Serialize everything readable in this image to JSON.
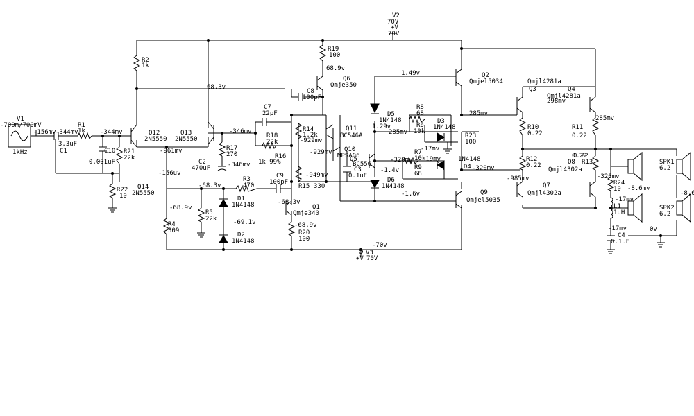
{
  "sources": {
    "v1": {
      "name": "V1",
      "spec": "-700m/700mV",
      "freq": "1kHz"
    },
    "v2": {
      "name": "V2",
      "value": "70V",
      "pol": "+V",
      "value2": "70V"
    },
    "v3": {
      "name": "V3",
      "pol": "+V",
      "value": "70V"
    }
  },
  "components": {
    "r1": {
      "name": "R1",
      "value": "1k"
    },
    "c1": {
      "name": "C1",
      "value": "3.3uF"
    },
    "c10": {
      "name": "C10",
      "value": "0.001uF"
    },
    "r21": {
      "name": "R21",
      "value": "22k"
    },
    "r22": {
      "name": "R22",
      "value": "10"
    },
    "r2": {
      "name": "R2",
      "value": "1k"
    },
    "q12": {
      "name": "Q12",
      "model": "2N5550"
    },
    "q13": {
      "name": "Q13",
      "model": "2N5550"
    },
    "q14": {
      "name": "Q14",
      "model": "2N5550"
    },
    "r17": {
      "name": "R17",
      "value": "270"
    },
    "c2": {
      "name": "C2",
      "value": "470uF"
    },
    "c7": {
      "name": "C7",
      "value": "22pF"
    },
    "r18": {
      "name": "R18",
      "value": "22k"
    },
    "r16": {
      "name": "R16",
      "value": "1k 99%"
    },
    "r14": {
      "name": "R14",
      "value": "1.2k"
    },
    "r15": {
      "name": "R15",
      "value": "330"
    },
    "r19": {
      "name": "R19",
      "value": "100"
    },
    "c8": {
      "name": "C8",
      "value": "100pF"
    },
    "q6": {
      "name": "Q6",
      "model": "Qmje350"
    },
    "q11": {
      "name": "Q11",
      "model": "BC546A"
    },
    "q10": {
      "name": "Q10",
      "model": "MPSA06"
    },
    "q5": {
      "name": "Q5",
      "model": "BC556"
    },
    "c3": {
      "name": "C3",
      "value": "0.1uF"
    },
    "d5": {
      "name": "D5",
      "model": "1N4148"
    },
    "d6": {
      "name": "D6",
      "model": "1N4148"
    },
    "r8": {
      "name": "R8",
      "value": "68"
    },
    "r6": {
      "name": "R6",
      "value": "10k"
    },
    "r7": {
      "name": "R7",
      "value": "10k"
    },
    "r9": {
      "name": "R9",
      "value": "68"
    },
    "d3": {
      "name": "D3",
      "model": "1N4148"
    },
    "d4": {
      "name": "D4",
      "model": "1N4148"
    },
    "r23": {
      "name": "R23",
      "value": "100"
    },
    "q2": {
      "name": "Q2",
      "model": "Qmjel5034"
    },
    "q9": {
      "name": "Q9",
      "model": "Qmjel5035"
    },
    "q3": {
      "name": "Q3",
      "model": "Qmjl4281a"
    },
    "q4": {
      "name": "Q4",
      "model": "Qmjl4281a"
    },
    "q7": {
      "name": "Q7",
      "model": "Qmjl4302a"
    },
    "q8": {
      "name": "Q8",
      "model": "Qmjl4302a"
    },
    "r10": {
      "name": "R10",
      "value": "0.22"
    },
    "r11": {
      "name": "R11",
      "value": "0.22"
    },
    "r12": {
      "name": "R12",
      "value": "0.22"
    },
    "r13": {
      "name": "R13",
      "value": "0.22"
    },
    "r24": {
      "name": "R24",
      "value": "10"
    },
    "l1": {
      "name": "L1",
      "value": "1uH"
    },
    "c4": {
      "name": "C4",
      "value": "0.1uF"
    },
    "spk1": {
      "name": "SPK1",
      "value": "6.2"
    },
    "spk2": {
      "name": "SPK2",
      "value": "6.2"
    },
    "r3": {
      "name": "R3",
      "value": "470"
    },
    "c9": {
      "name": "C9",
      "value": "100pF"
    },
    "q1": {
      "name": "Q1",
      "model": "Qmje340"
    },
    "r20": {
      "name": "R20",
      "value": "100"
    },
    "r4": {
      "name": "R4",
      "value": "309"
    },
    "r5": {
      "name": "R5",
      "value": "22k"
    },
    "d1": {
      "name": "D1",
      "model": "1N4148"
    },
    "d2": {
      "name": "D2",
      "model": "1N4148"
    }
  },
  "probes": {
    "p_156mv": "-156mv",
    "p_344mv_a": "-344mv",
    "p_344mv_b": "-344mv",
    "p_961mv": "-961mv",
    "p_156uv": "-156uv",
    "p_68_3_a": "68.3v",
    "p_346mv_a": "-346mv",
    "p_346mv_b": "-346mv",
    "p_68_9_a": "68.9v",
    "p_1_49": "1.49v",
    "p_1_29": "1.29v",
    "p_285_a": "285mv",
    "p_285_b": "285mv",
    "p_285_c": "285mv",
    "p_298": "298mv",
    "p_929_a": "-929mv",
    "p_929_b": "-929mv",
    "p_949": "-949mv",
    "p_17_a": "-17mv",
    "p_19": "-19mv",
    "p_320_a": "-320mv",
    "p_320_b": "-320mv",
    "p_320_c": "-320mv",
    "p_1_4": "-1.4v",
    "p_1_6": "-1.6v",
    "p_985": "-985mv",
    "p_0_22": "0.22",
    "p_68_3_b": "-68.3v",
    "p_68_3_c": "-68.3v",
    "p_68_9_b": "-68.9v",
    "p_68_9_c": "-68.9v",
    "p_69_1": "-69.1v",
    "p_70": "-70v",
    "p_8_6_a": "-8.6mv",
    "p_8_6_b": "-8.6",
    "p_17_b": "-17mv",
    "p_17_c": "-17mv",
    "p_0v": "0v"
  }
}
